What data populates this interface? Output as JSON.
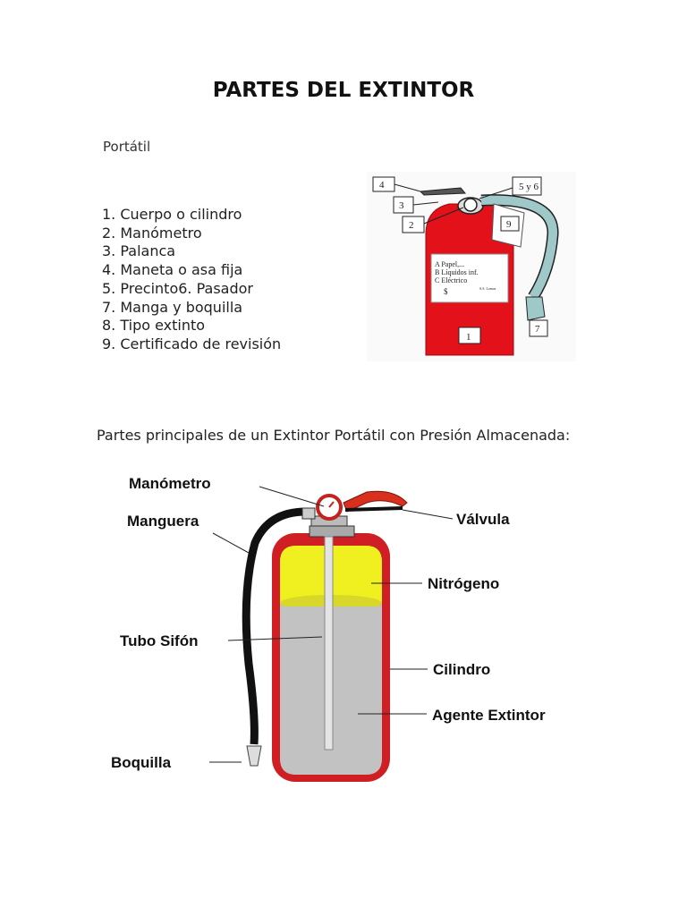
{
  "title": "PARTES DEL EXTINTOR",
  "subtitle": "Portátil",
  "parts_list": [
    "1. Cuerpo o cilindro",
    "2. Manómetro",
    "3. Palanca",
    "4. Maneta o asa fija",
    "5. Precinto6. Pasador",
    "7. Manga y boquilla",
    "8. Tipo extinto",
    "9. Certificado de revisión"
  ],
  "diagram1": {
    "callouts": [
      "4",
      "5 y 6",
      "3",
      "2",
      "9",
      "7",
      "1"
    ],
    "label_lines": [
      "A Papel,...",
      "B Líquidos inf.",
      "C Eléctrico"
    ],
    "label_symbol": "$",
    "label_fine_print": "S.S. Lomas"
  },
  "caption": "Partes principales de un Extintor Portátil con Presión Almacenada:",
  "diagram2": {
    "labels": {
      "manometro": "Manómetro",
      "manguera": "Manguera",
      "valvula": "Válvula",
      "nitrogeno": "Nitrógeno",
      "tubo_sifon": "Tubo Sifón",
      "cilindro": "Cilindro",
      "agente": "Agente Extintor",
      "boquilla": "Boquilla"
    }
  },
  "colors": {
    "extinguisher_red": "#e3121a",
    "hose_teal": "#9fc8c8",
    "nitrogen_yellow": "#f0f020",
    "agent_grey": "#bfbfbf"
  }
}
